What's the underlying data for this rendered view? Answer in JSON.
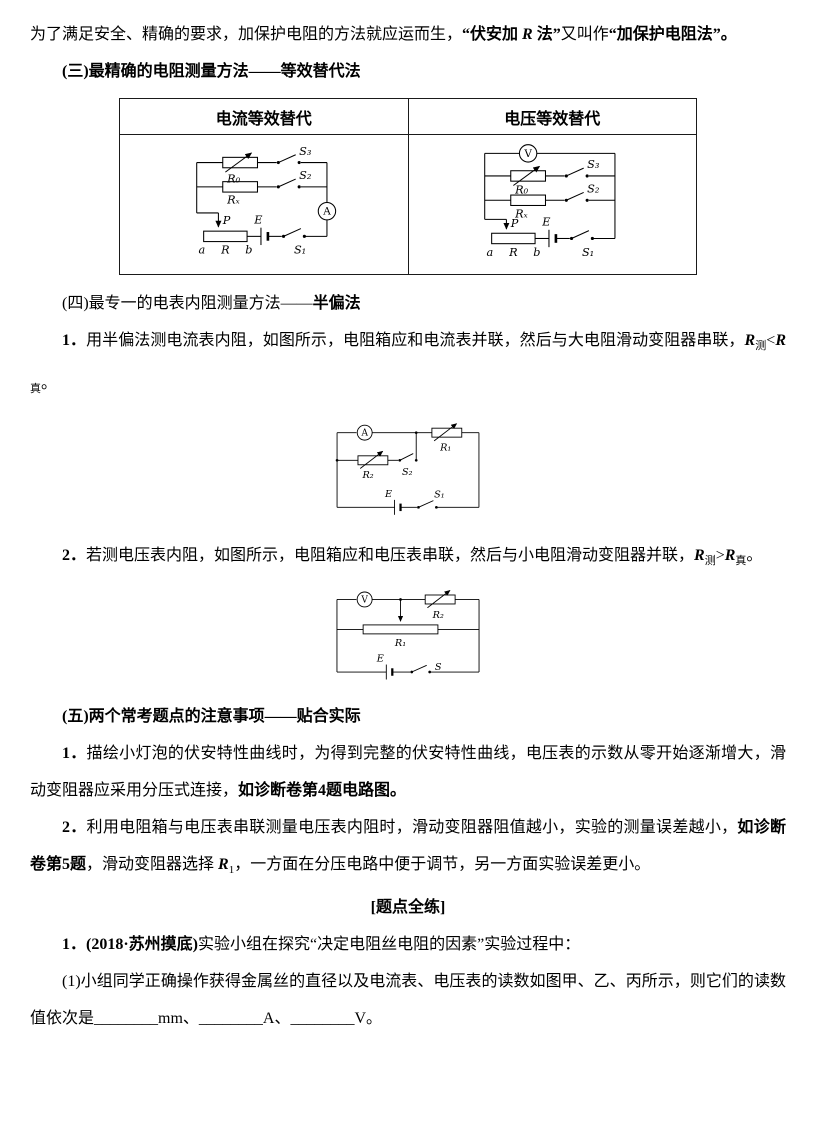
{
  "intro": {
    "t1": "为了满足安全、精确的要求，加保护电阻的方法就应运而生，",
    "q1": "“伏安加 ",
    "r": "R",
    "q2": " 法”",
    "t2": "又叫作",
    "q3": "“加保护电阻法”。"
  },
  "h3": {
    "text": "(三)最精确的电阻测量方法——等效替代法"
  },
  "table": {
    "col1": "电流等效替代",
    "col2": "电压等效替代"
  },
  "c1": {
    "r0": "R₀",
    "s3": "S₃",
    "rx": "Rₓ",
    "s2": "S₂",
    "meter": "A",
    "p": "P",
    "e": "E",
    "a": "a",
    "r": "R",
    "b": "b",
    "s1": "S₁"
  },
  "c2": {
    "meter": "V",
    "r0": "R₀",
    "s3": "S₃",
    "rx": "Rₓ",
    "s2": "S₂",
    "p": "P",
    "e": "E",
    "a": "a",
    "r": "R",
    "b": "b",
    "s1": "S₁"
  },
  "h4": {
    "pre": "(四)最专一的电表内阻测量方法——",
    "suf": "半偏法"
  },
  "p41": {
    "num": "1．",
    "t1": "用半偏法测电流表内阻，如图所示，电阻箱应和电流表并联，然后与大电阻滑动变阻器串联，",
    "r1": "R",
    "s1": "测",
    "op": "<",
    "r2": "R",
    "s2": "真",
    "end": "。"
  },
  "c3": {
    "meter": "A",
    "r1": "R₁",
    "r2": "R₂",
    "s2": "S₂",
    "e": "E",
    "s1": "S₁"
  },
  "p42": {
    "num": "2．",
    "t1": "若测电压表内阻，如图所示，电阻箱应和电压表串联，然后与小电阻滑动变阻器并联，",
    "r1": "R",
    "s1": "测",
    "op": ">",
    "r2": "R",
    "s2": "真",
    "end": "。"
  },
  "c4": {
    "meter": "V",
    "r2": "R₂",
    "r1": "R₁",
    "e": "E",
    "s": "S"
  },
  "h5": {
    "text": "(五)两个常考题点的注意事项——贴合实际"
  },
  "p51": {
    "num": "1．",
    "t1": "描绘小灯泡的伏安特性曲线时，为得到完整的伏安特性曲线，电压表的示数从零开始逐渐增大，滑动变阻器应采用分压式连接，",
    "b": "如诊断卷第4题电路图。"
  },
  "p52": {
    "num": "2．",
    "t1": "利用电阻箱与电压表串联测量电压表内阻时，滑动变阻器阻值越小，实验的测量误差越小，",
    "b": "如诊断卷第5题",
    "t2": "，滑动变阻器选择 ",
    "r": "R",
    "s": "1",
    "t3": "，一方面在分压电路中便于调节，另一方面实验误差更小。"
  },
  "practice": {
    "title": "[题点全练]"
  },
  "q1": {
    "num": "1．",
    "src": "(2018·苏州摸底)",
    "t1": "实验小组在探究“决定电阻丝电阻的因素”实验过程中："
  },
  "q11": {
    "t1": "(1)小组同学正确操作获得金属丝的直径以及电流表、电压表的读数如图甲、乙、丙所示，则它们的读数值依次是________mm、________A、________V。"
  }
}
